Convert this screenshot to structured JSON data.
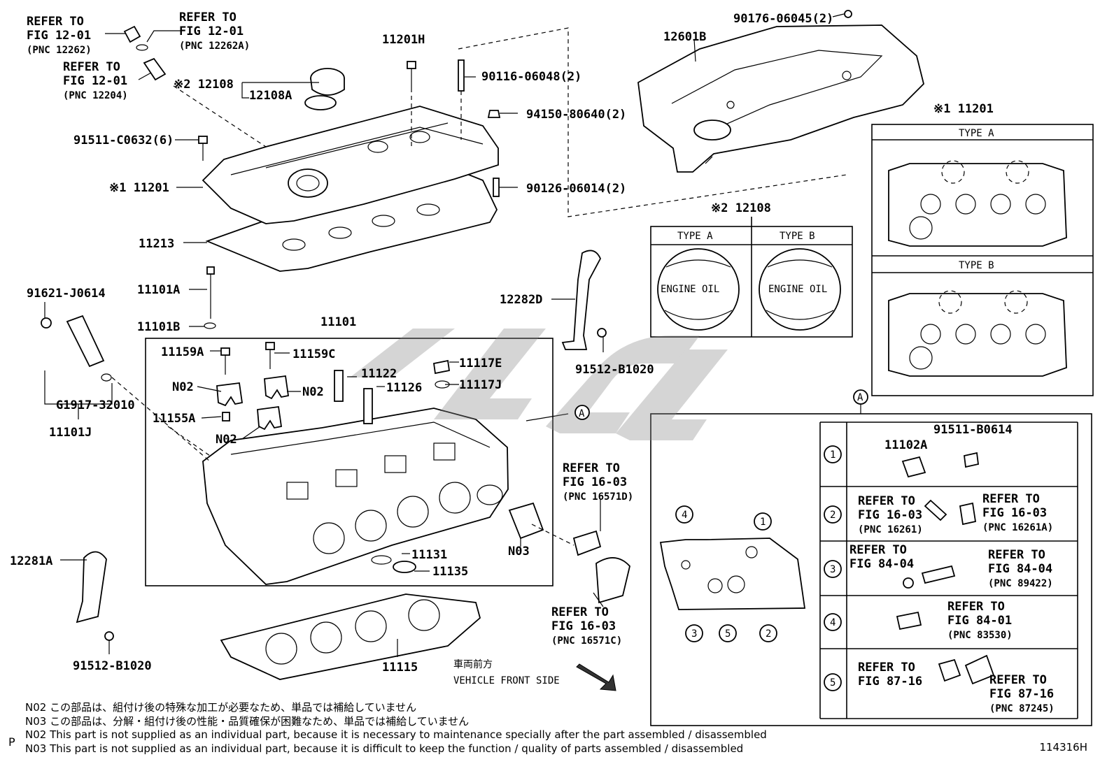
{
  "callouts": {
    "refer_12262": "REFER TO|FIG 12-01|(PNC 12262)",
    "refer_12262a": "REFER TO|FIG 12-01|(PNC 12262A)",
    "refer_12204": "REFER TO|FIG 12-01|(PNC 12204)",
    "p12108": "※2 12108",
    "p12108a": "12108A",
    "p91511c": "91511-C0632(6)",
    "p11201_main": "※1 11201",
    "p11201h": "11201H",
    "p90116": "90116-06048(2)",
    "p94150": "94150-80640(2)",
    "p90126": "90126-06014(2)",
    "p11213": "11213",
    "p90176": "90176-06045(2)",
    "p12601b": "12601B",
    "p11101a": "11101A",
    "p11101b": "11101B",
    "p11101": "11101",
    "p91621": "91621-J0614",
    "pg1917": "G1917-32010",
    "p11101j": "11101J",
    "p11159a": "11159A",
    "p11159c": "11159C",
    "p11122": "11122",
    "p11126": "11126",
    "p11117e": "11117E",
    "p11117j": "11117J",
    "pn02a": "N02",
    "pn02b": "N02",
    "pn02c": "N02",
    "p11155a": "11155A",
    "pn03": "N03",
    "p11131": "11131",
    "p11135": "11135",
    "p11115": "11115",
    "p12281a": "12281A",
    "p91512_l": "91512-B1020",
    "p12282d": "12282D",
    "p91512_r": "91512-B1020",
    "refer_16571d": "REFER TO|FIG 16-03|(PNC 16571D)",
    "refer_16571c": "REFER TO|FIG 16-03|(PNC 16571C)",
    "front_jp": "車両前方",
    "front_en": "VEHICLE FRONT SIDE",
    "view_a": "A"
  },
  "inset_12108": {
    "title": "※2 12108",
    "type_a": "TYPE A",
    "type_b": "TYPE B",
    "cap_a_text": "ENGINE OIL",
    "cap_b_text": "ENGINE OIL"
  },
  "inset_11201": {
    "title": "※1 11201",
    "type_a": "TYPE A",
    "type_b": "TYPE B"
  },
  "view_a_table": {
    "marker": "A",
    "rows": [
      {
        "num": "1",
        "lines": [
          "11102A",
          "91511-B0614"
        ]
      },
      {
        "num": "2",
        "lines": [
          "REFER TO|FIG 16-03|(PNC 16261)",
          "REFER TO|FIG 16-03|(PNC 16261A)"
        ]
      },
      {
        "num": "3",
        "lines": [
          "REFER TO|FIG 84-04",
          "REFER TO|FIG 84-04|(PNC 89422)"
        ]
      },
      {
        "num": "4",
        "lines": [
          "REFER TO|FIG 84-01|(PNC 83530)"
        ]
      },
      {
        "num": "5",
        "lines": [
          "REFER TO|FIG 87-16",
          "REFER TO|FIG 87-16|(PNC 87245)"
        ]
      }
    ],
    "circle_labels": [
      "4",
      "1",
      "3",
      "5",
      "2"
    ]
  },
  "notes": [
    "N02  この部品は、組付け後の特殊な加工が必要なため、単品では補給していません",
    "N03  この部品は、分解・組付け後の性能・品質確保が困難なため、単品では補給していません",
    "N02  This part is not supplied as an individual part, because it is necessary to maintenance specially after the part assembled / disassembled",
    "N03  This part is not supplied as an individual part, because it is difficult to keep the function / quality of parts  assembled / disassembled"
  ],
  "page_mark": "P",
  "illustration_no": "114316H"
}
